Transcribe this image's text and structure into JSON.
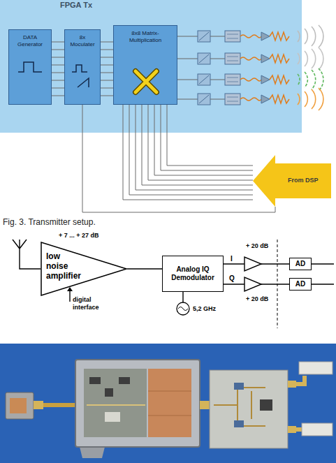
{
  "diagram": {
    "caption": "Fig. 3. Transmitter setup.",
    "nodes": [
      {
        "text": [
          "FPGA Tx"
        ]
      },
      {
        "text": [
          "DATA Generator"
        ],
        "in": 0
      },
      {
        "text": [
          "8x Moculater"
        ],
        "in": 0
      },
      {
        "text": [
          "8x8 Matrix-Multiplication"
        ],
        "in": 0
      },
      {
        "text": [
          "From DSP"
        ]
      },
      {
        "text": [
          "low noise amplifier"
        ]
      },
      {
        "text": [
          "Analog IQ Demodulator"
        ]
      },
      {
        "text": [
          "AD"
        ]
      },
      {
        "text": [
          "AD"
        ]
      }
    ],
    "edges": [
      {
        "from": 1,
        "to": 2,
        "arrow": "none"
      },
      {
        "from": 2,
        "to": 3,
        "arrow": "none"
      },
      {
        "from": 4,
        "to": 3,
        "arrow": "none"
      },
      {
        "from": 4,
        "to": 2,
        "arrow": "none"
      },
      {
        "from": 5,
        "to": 6,
        "arrow": "none"
      },
      {
        "from": 6,
        "to": 7,
        "arrow": "none"
      },
      {
        "from": 6,
        "to": 8,
        "arrow": "none"
      }
    ],
    "labels": [
      "+ 7 ... + 27 dB",
      "digital interface",
      "5,2 GHz",
      "+ 20 dB",
      "I",
      "+ 20 dB",
      "Q"
    ]
  }
}
